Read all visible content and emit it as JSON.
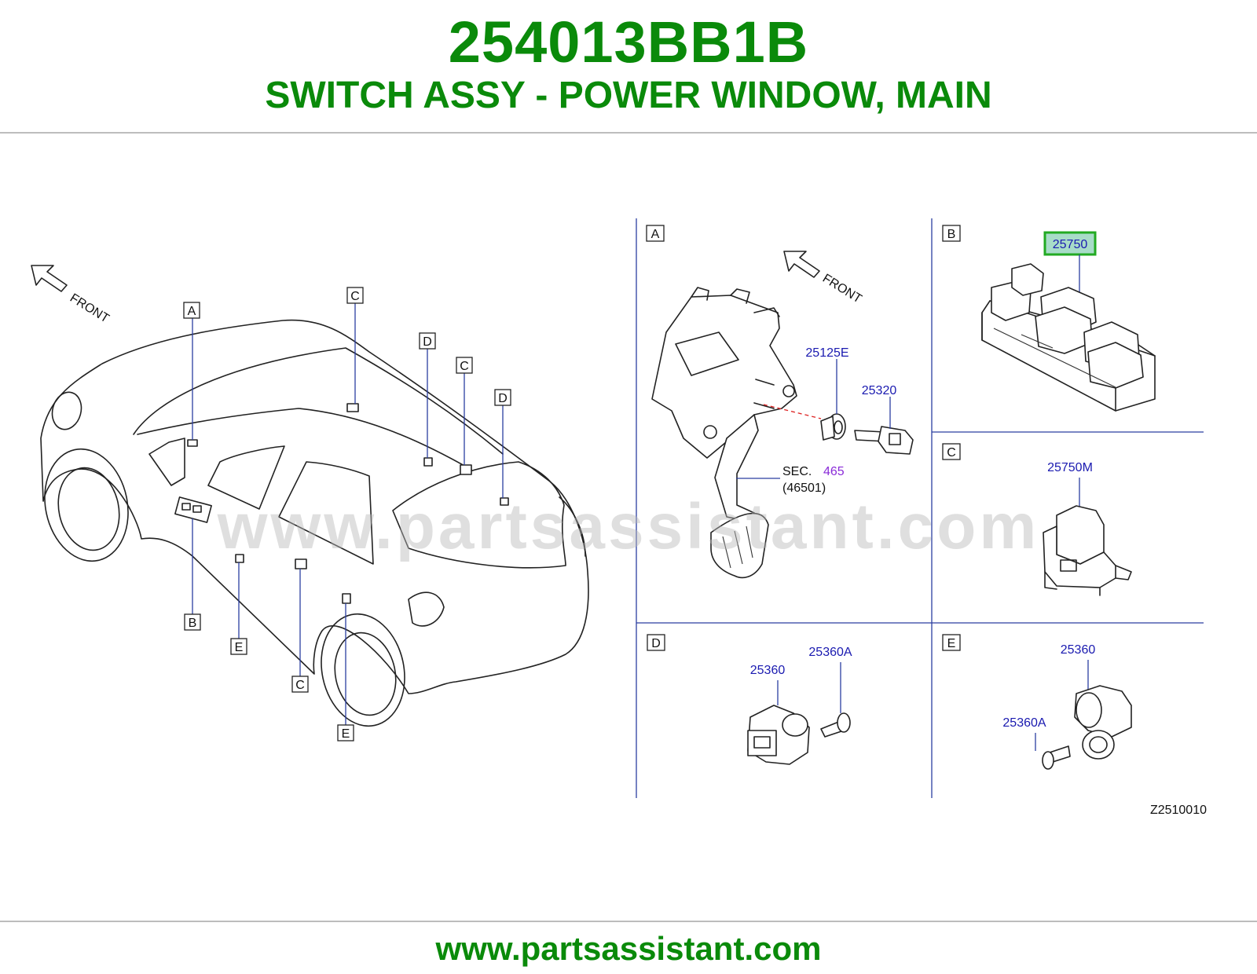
{
  "header": {
    "part_number": "254013BB1B",
    "description": "SWITCH ASSY - POWER WINDOW, MAIN"
  },
  "watermark": "www.partsassistant.com",
  "footer": {
    "url": "www.partsassistant.com"
  },
  "diagram": {
    "front_label": "FRONT",
    "drawing_code": "Z2510010",
    "car_callouts": [
      "A",
      "B",
      "C",
      "D",
      "E"
    ],
    "sections": {
      "A": {
        "letter": "A",
        "parts": [
          "25125E",
          "25320"
        ],
        "sec_text": "SEC.",
        "sec_number": "465",
        "sec_sub": "(46501)"
      },
      "B": {
        "letter": "B",
        "parts": [
          "25750"
        ],
        "highlighted": "25750"
      },
      "C": {
        "letter": "C",
        "parts": [
          "25750M"
        ]
      },
      "D": {
        "letter": "D",
        "parts": [
          "25360",
          "25360A"
        ]
      },
      "E": {
        "letter": "E",
        "parts": [
          "25360",
          "25360A"
        ]
      }
    },
    "colors": {
      "title_green": "#0a8a0a",
      "part_label_blue": "#1a1ab0",
      "section_ref_purple": "#8a2bd8",
      "highlight_green": "#22aa22",
      "highlight_fill": "#a8dcc8"
    }
  }
}
